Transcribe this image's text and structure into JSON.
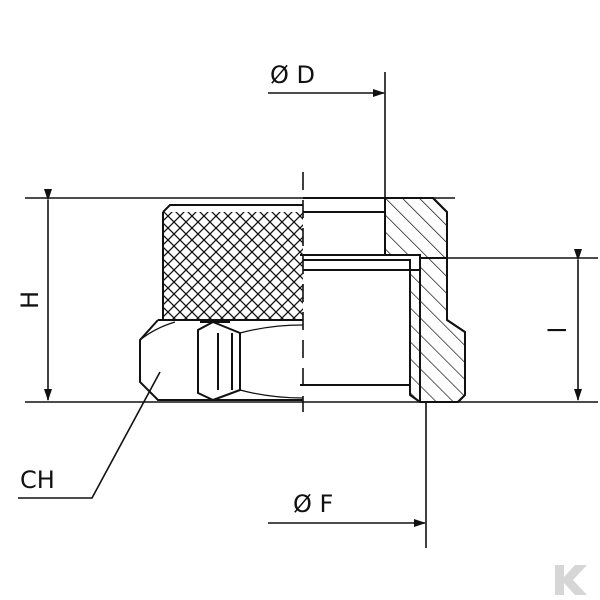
{
  "labels": {
    "diameter_d": "Ø D",
    "diameter_f": "Ø F",
    "height_h": "H",
    "length_l": "l",
    "hex_ch": "CH"
  },
  "logo": {
    "icon": "brand-k-icon",
    "color": "#d6d6d6"
  }
}
